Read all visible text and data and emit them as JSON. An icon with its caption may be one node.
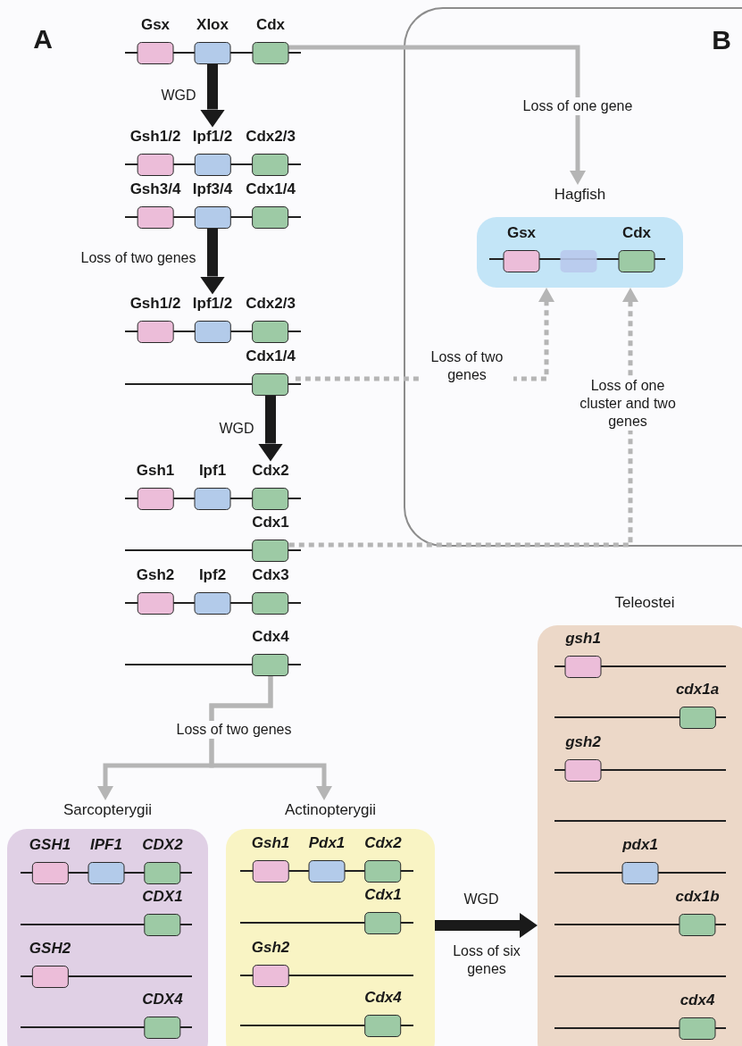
{
  "diagram": {
    "nodes": [
      {
        "text": [
          "Gsx"
        ]
      },
      {
        "text": [
          "Xlox"
        ]
      },
      {
        "text": [
          "Cdx"
        ]
      },
      {
        "text": [
          "Gsh1/2"
        ]
      },
      {
        "text": [
          "Ipf1/2"
        ]
      },
      {
        "text": [
          "Cdx2/3"
        ]
      },
      {
        "text": [
          "Gsh3/4"
        ]
      },
      {
        "text": [
          "Ipf3/4"
        ]
      },
      {
        "text": [
          "Cdx1/4"
        ]
      },
      {
        "text": [
          "Gsh1/2"
        ]
      },
      {
        "text": [
          "Ipf1/2"
        ]
      },
      {
        "text": [
          "Cdx2/3"
        ]
      },
      {
        "text": [
          "Cdx1/4"
        ]
      },
      {
        "text": [
          "Gsh1"
        ]
      },
      {
        "text": [
          "Ipf1"
        ]
      },
      {
        "text": [
          "Cdx2"
        ]
      },
      {
        "text": [
          "Cdx1"
        ]
      },
      {
        "text": [
          "Gsh2"
        ]
      },
      {
        "text": [
          "Ipf2"
        ]
      },
      {
        "text": [
          "Cdx3"
        ]
      },
      {
        "text": [
          "Cdx4"
        ]
      },
      {
        "text": [
          "B"
        ]
      },
      {
        "text": [
          "Hagfish"
        ],
        "in": 21
      },
      {
        "text": [
          "Gsx"
        ],
        "in": 22
      },
      {
        "text": [],
        "shape": "box",
        "in": 22
      },
      {
        "text": [
          "Cdx"
        ],
        "in": 22
      },
      {
        "text": [
          "Sarcopterygii"
        ]
      },
      {
        "text": [
          "GSH1"
        ],
        "in": 26
      },
      {
        "text": [
          "IPF1"
        ],
        "in": 26
      },
      {
        "text": [
          "CDX2"
        ],
        "in": 26
      },
      {
        "text": [
          "CDX1"
        ],
        "in": 26
      },
      {
        "text": [
          "GSH2"
        ],
        "in": 26
      },
      {
        "text": [
          "CDX4"
        ],
        "in": 26
      },
      {
        "text": [
          "Actinopterygii"
        ]
      },
      {
        "text": [
          "Gsh1"
        ],
        "in": 33
      },
      {
        "text": [
          "Pdx1"
        ],
        "in": 33
      },
      {
        "text": [
          "Cdx2"
        ],
        "in": 33
      },
      {
        "text": [
          "Cdx1"
        ],
        "in": 33
      },
      {
        "text": [
          "Gsh2"
        ],
        "in": 33
      },
      {
        "text": [
          "Cdx4"
        ],
        "in": 33
      },
      {
        "text": [
          "Teleostei"
        ]
      },
      {
        "text": [
          "gsh1"
        ],
        "in": 40
      },
      {
        "text": [
          "cdx1a"
        ],
        "in": 40
      },
      {
        "text": [
          "gsh2"
        ],
        "in": 40
      },
      {
        "text": [
          "pdx1"
        ],
        "in": 40
      },
      {
        "text": [
          "cdx1b"
        ],
        "in": 40
      },
      {
        "text": [
          "cdx4"
        ],
        "in": 40
      }
    ],
    "edges": [
      {
        "from": 1,
        "to": 4,
        "arrow": "to",
        "label": "WGD",
        "style": "thick",
        "color": "#1a1a1a"
      },
      {
        "from": 7,
        "to": 10,
        "arrow": "to",
        "label": "Loss of two genes",
        "style": "thick",
        "color": "#1a1a1a"
      },
      {
        "from": 12,
        "to": 15,
        "arrow": "to",
        "label": "WGD",
        "style": "thick",
        "color": "#1a1a1a"
      },
      {
        "from": 2,
        "to": 22,
        "arrow": "to",
        "label": "Loss of one gene"
      },
      {
        "from": 12,
        "to": 22,
        "arrow": "to",
        "label": "Loss of two genes",
        "style": "dashed"
      },
      {
        "from": 16,
        "to": 22,
        "arrow": "to",
        "label": "Loss of one cluster and two genes",
        "style": "dashed"
      },
      {
        "from": 20,
        "to": 26,
        "arrow": "to",
        "label": "Loss of two genes"
      },
      {
        "from": 20,
        "to": 33,
        "arrow": "to"
      },
      {
        "from": 33,
        "to": 40,
        "arrow": "to",
        "label": "WGD",
        "style": "thick",
        "color": "#1a1a1a"
      }
    ],
    "labels": [
      "A",
      "Loss of six genes"
    ]
  }
}
